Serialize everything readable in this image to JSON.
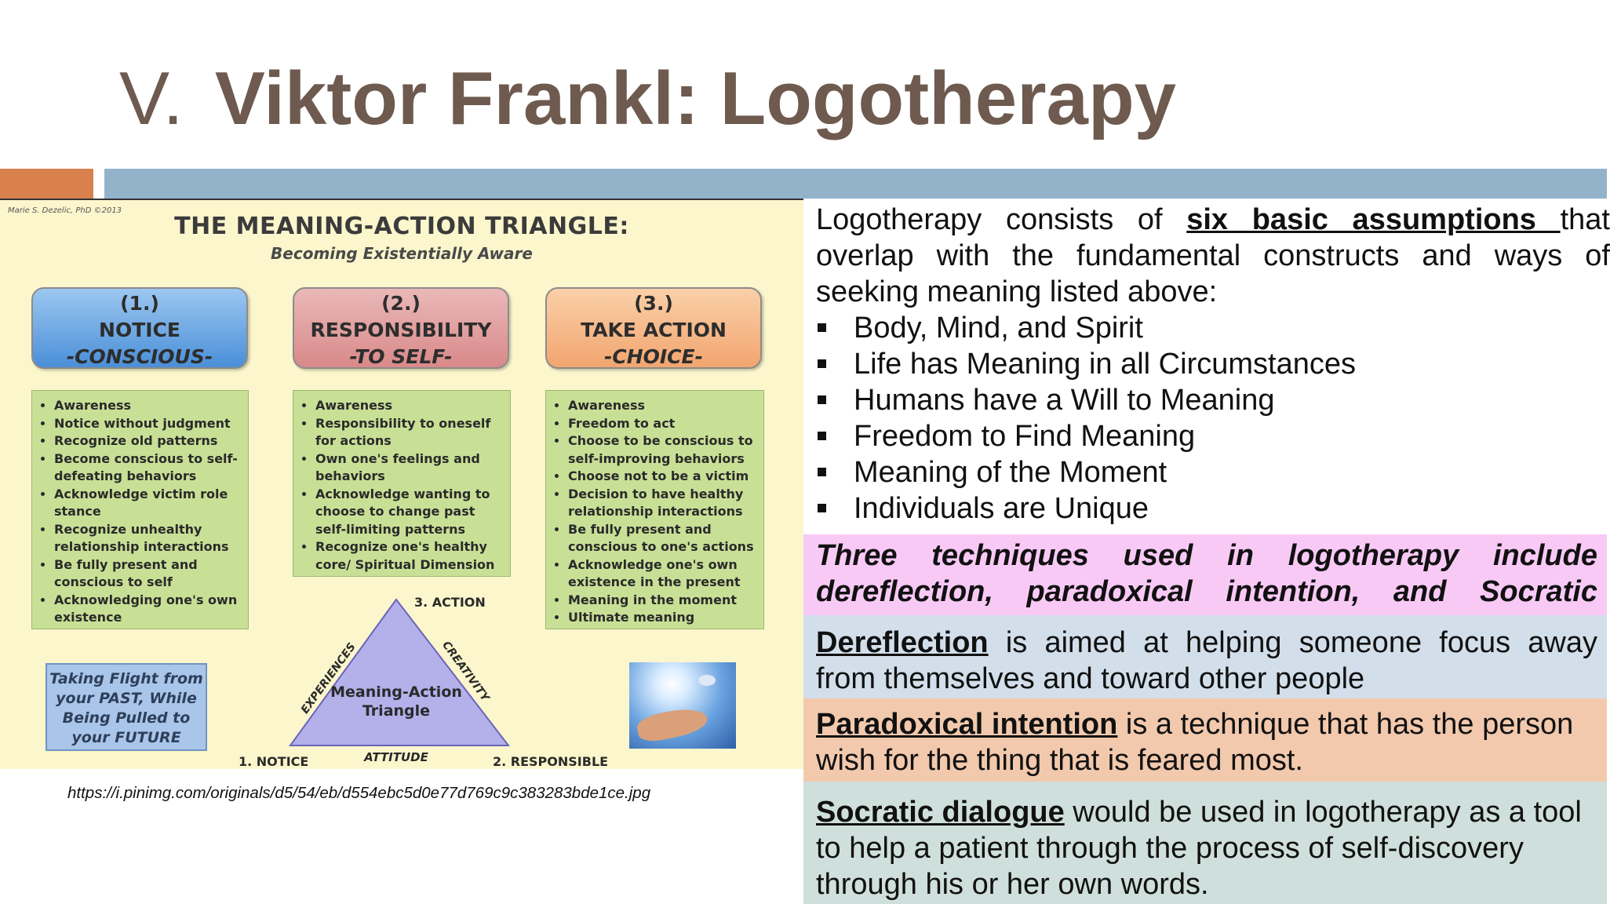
{
  "title": {
    "number": "V.",
    "text": "Viktor Frankl: Logotherapy"
  },
  "infographic": {
    "credit": "Marie S. Dezelic, PhD ©2013",
    "title": "THE MEANING-ACTION TRIANGLE:",
    "subtitle": "Becoming Existentially Aware",
    "columns": [
      {
        "num": "(1.)",
        "name": "NOTICE",
        "sub": "-CONSCIOUS-",
        "items": [
          "Awareness",
          "Notice without judgment",
          "Recognize old patterns",
          "Become conscious to self-defeating behaviors",
          "Acknowledge victim role stance",
          "Recognize unhealthy relationship interactions",
          "Be fully present and conscious to self",
          "Acknowledging one's own existence"
        ]
      },
      {
        "num": "(2.)",
        "name": "RESPONSIBILITY",
        "sub": "-TO SELF-",
        "items": [
          "Awareness",
          "Responsibility to oneself for actions",
          "Own one's feelings and behaviors",
          "Acknowledge wanting to choose to change past self-limiting patterns",
          "Recognize one's healthy core/ Spiritual Dimension"
        ]
      },
      {
        "num": "(3.)",
        "name": "TAKE ACTION",
        "sub": "-CHOICE-",
        "items": [
          "Awareness",
          "Freedom to act",
          "Choose to be conscious to self-improving behaviors",
          "Choose not to be a victim",
          "Decision to have healthy relationship interactions",
          "Be fully present and conscious to one's actions",
          "Acknowledge one's own existence in the present",
          "Meaning in the moment",
          "Ultimate meaning"
        ]
      }
    ],
    "flight_text": "Taking Flight from your PAST, While Being Pulled to your FUTURE",
    "triangle": {
      "center": "Meaning-Action Triangle",
      "left_side": "EXPERIENCES",
      "right_side": "CREATIVITY",
      "bottom_side": "ATTITUDE",
      "top": "3. ACTION",
      "bottom_left": "1. NOTICE",
      "bottom_right": "2. RESPONSIBLE"
    }
  },
  "source_url": "https://i.pinimg.com/originals/d5/54/eb/d554ebc5d0e77d769c9c383283bde1ce.jpg",
  "intro": {
    "before": "Logotherapy consists of ",
    "emphasis": "six basic assumptions ",
    "after": "that overlap with the fundamental constructs and ways of seeking meaning listed above:"
  },
  "assumptions": [
    "Body, Mind, and Spirit",
    "Life has Meaning in all Circumstances",
    "Humans have a Will to Meaning",
    "Freedom to Find Meaning",
    "Meaning of the Moment",
    "Individuals are Unique"
  ],
  "techniques_intro": "Three techniques used in logotherapy include dereflection, paradoxical intention, and Socratic",
  "techniques": [
    {
      "term": "Dereflection",
      "desc": " is aimed at helping someone focus away from themselves and toward other people"
    },
    {
      "term": "Paradoxical intention",
      "desc": " is a technique that has the person wish for the thing that is feared most."
    },
    {
      "term": "Socratic dialogue",
      "desc": " would be used in logotherapy as a tool to help a patient through the process of self-discovery through his or her own words."
    }
  ],
  "colors": {
    "title": "#6e5a4f",
    "accent_orange": "#d8814e",
    "accent_blue": "#93b3cb",
    "band_pink": "#f9c9f6",
    "band_blue": "#d2dfeb",
    "band_peach": "#f2c9ad",
    "band_green": "#cfdfdb"
  }
}
